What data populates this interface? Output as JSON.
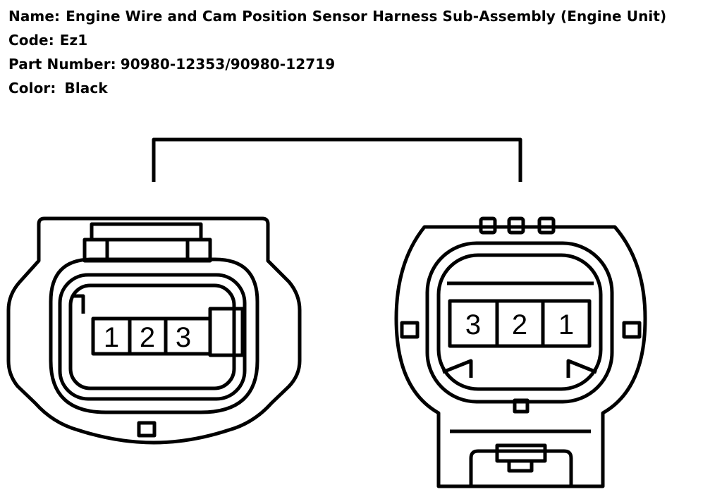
{
  "info": {
    "name_label": "Name:",
    "name_value": "Engine Wire and Cam Position Sensor Harness Sub-Assembly (Engine Unit)",
    "code_label": "Code:",
    "code_value": "Ez1",
    "part_label": "Part Number:",
    "part_value": "90980-12353/90980-12719",
    "color_label": "Color:",
    "color_value": "Black"
  },
  "connectors": {
    "left": {
      "pins": [
        "1",
        "2",
        "3"
      ]
    },
    "right": {
      "pins": [
        "3",
        "2",
        "1"
      ]
    }
  }
}
